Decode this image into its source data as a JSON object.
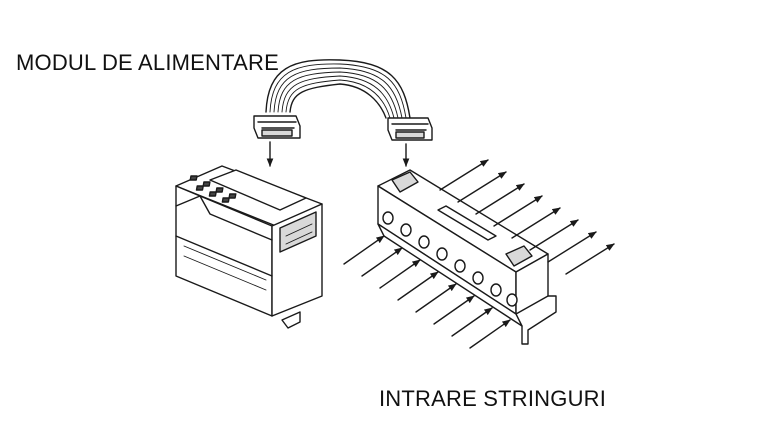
{
  "labels": {
    "power_module": "MODUL DE ALIMENTARE",
    "string_inputs": "INTRARE STRINGURI"
  },
  "colors": {
    "line": "#1a1a1a",
    "background": "#ffffff",
    "text": "#111111"
  },
  "diagram": {
    "input_ports": 8,
    "output_arrows": 8
  }
}
